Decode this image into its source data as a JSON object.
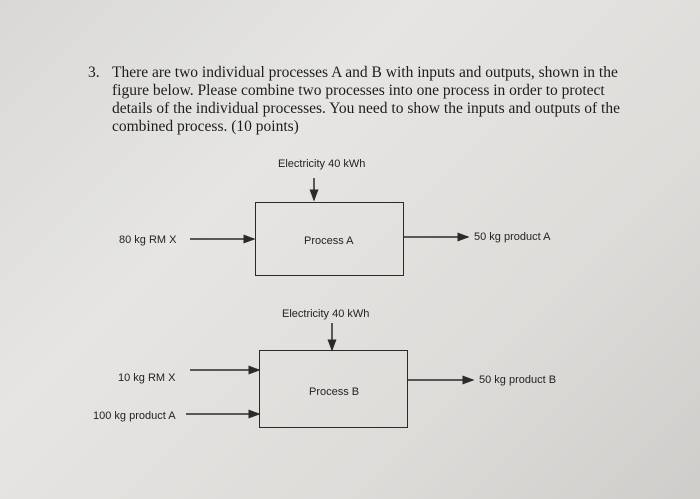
{
  "problem": {
    "number": "3.",
    "lines": [
      "There are two individual processes A and B with inputs and outputs, shown in the",
      "figure below. Please combine two processes into one process in order to protect",
      "details of the individual processes. You need to show the inputs and outputs of the",
      "combined process. (10 points)"
    ]
  },
  "process_a": {
    "name": "Process A",
    "electricity": "Electricity 40 kWh",
    "input": "80 kg RM X",
    "output": "50 kg product A"
  },
  "process_b": {
    "name": "Process B",
    "electricity": "Electricity 40 kWh",
    "input_1": "10 kg RM X",
    "input_2": "100 kg product A",
    "output": "50 kg product B"
  }
}
